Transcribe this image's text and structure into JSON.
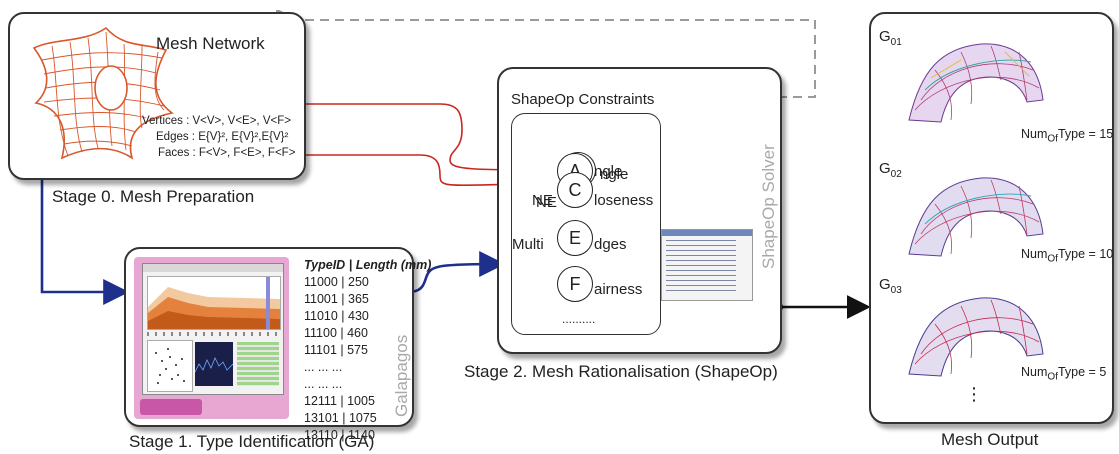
{
  "stage0": {
    "title": "Mesh Network",
    "vertices_line": "Vertices : V<V>, V<E>, V<F>",
    "edges_line": "Edges : E{V}², E{V}²,E{V}²",
    "faces_line": "Faces : F<V>, F<E>, F<F>",
    "caption": "Stage 0. Mesh Preparation"
  },
  "stage1": {
    "caption": "Stage 1. Type Identification (GA)",
    "vertical_label": "Galapagos",
    "table_header_id": "TypeID",
    "table_header_sep": "|",
    "table_header_len": "Length (mm)",
    "rows": [
      "11000 | 250",
      "11001 | 365",
      "11010 | 430",
      "11100 | 460",
      "11101 | 575",
      "... ... ...",
      "... ... ...",
      "12111 | 1005",
      "13101 | 1075",
      "13110 | 1140"
    ]
  },
  "stage2": {
    "title": "ShapeOp Constraints",
    "vertical_label": "ShapeOp Solver",
    "caption": "Stage 2. Mesh Rationalisation (ShapeOp)",
    "constraints": [
      {
        "letter": "A",
        "prefix": "",
        "suffix": "ngle"
      },
      {
        "letter": "C",
        "prefix": "NE",
        "suffix": "loseness"
      },
      {
        "letter": "E",
        "prefix": "Multi",
        "suffix": "dges"
      },
      {
        "letter": "F",
        "prefix": "",
        "suffix": "airness"
      }
    ],
    "ellipsis": ".........."
  },
  "output": {
    "caption": "Mesh Output",
    "items": [
      {
        "g": "G",
        "sub": "01",
        "num_prefix": "Num",
        "num_sub": "Of",
        "num_suffix": "Type = 15"
      },
      {
        "g": "G",
        "sub": "02",
        "num_prefix": "Num",
        "num_sub": "Of",
        "num_suffix": "Type = 10"
      },
      {
        "g": "G",
        "sub": "03",
        "num_prefix": "Num",
        "num_sub": "Of",
        "num_suffix": "Type = 5"
      }
    ],
    "dots": "⋮"
  },
  "colors": {
    "red": "#c8281e",
    "blue": "#1e2f8c",
    "gray_dashed": "#9a9a9a",
    "mesh_orange": "#d9572b",
    "ga_pink": "#e8a6d3"
  }
}
